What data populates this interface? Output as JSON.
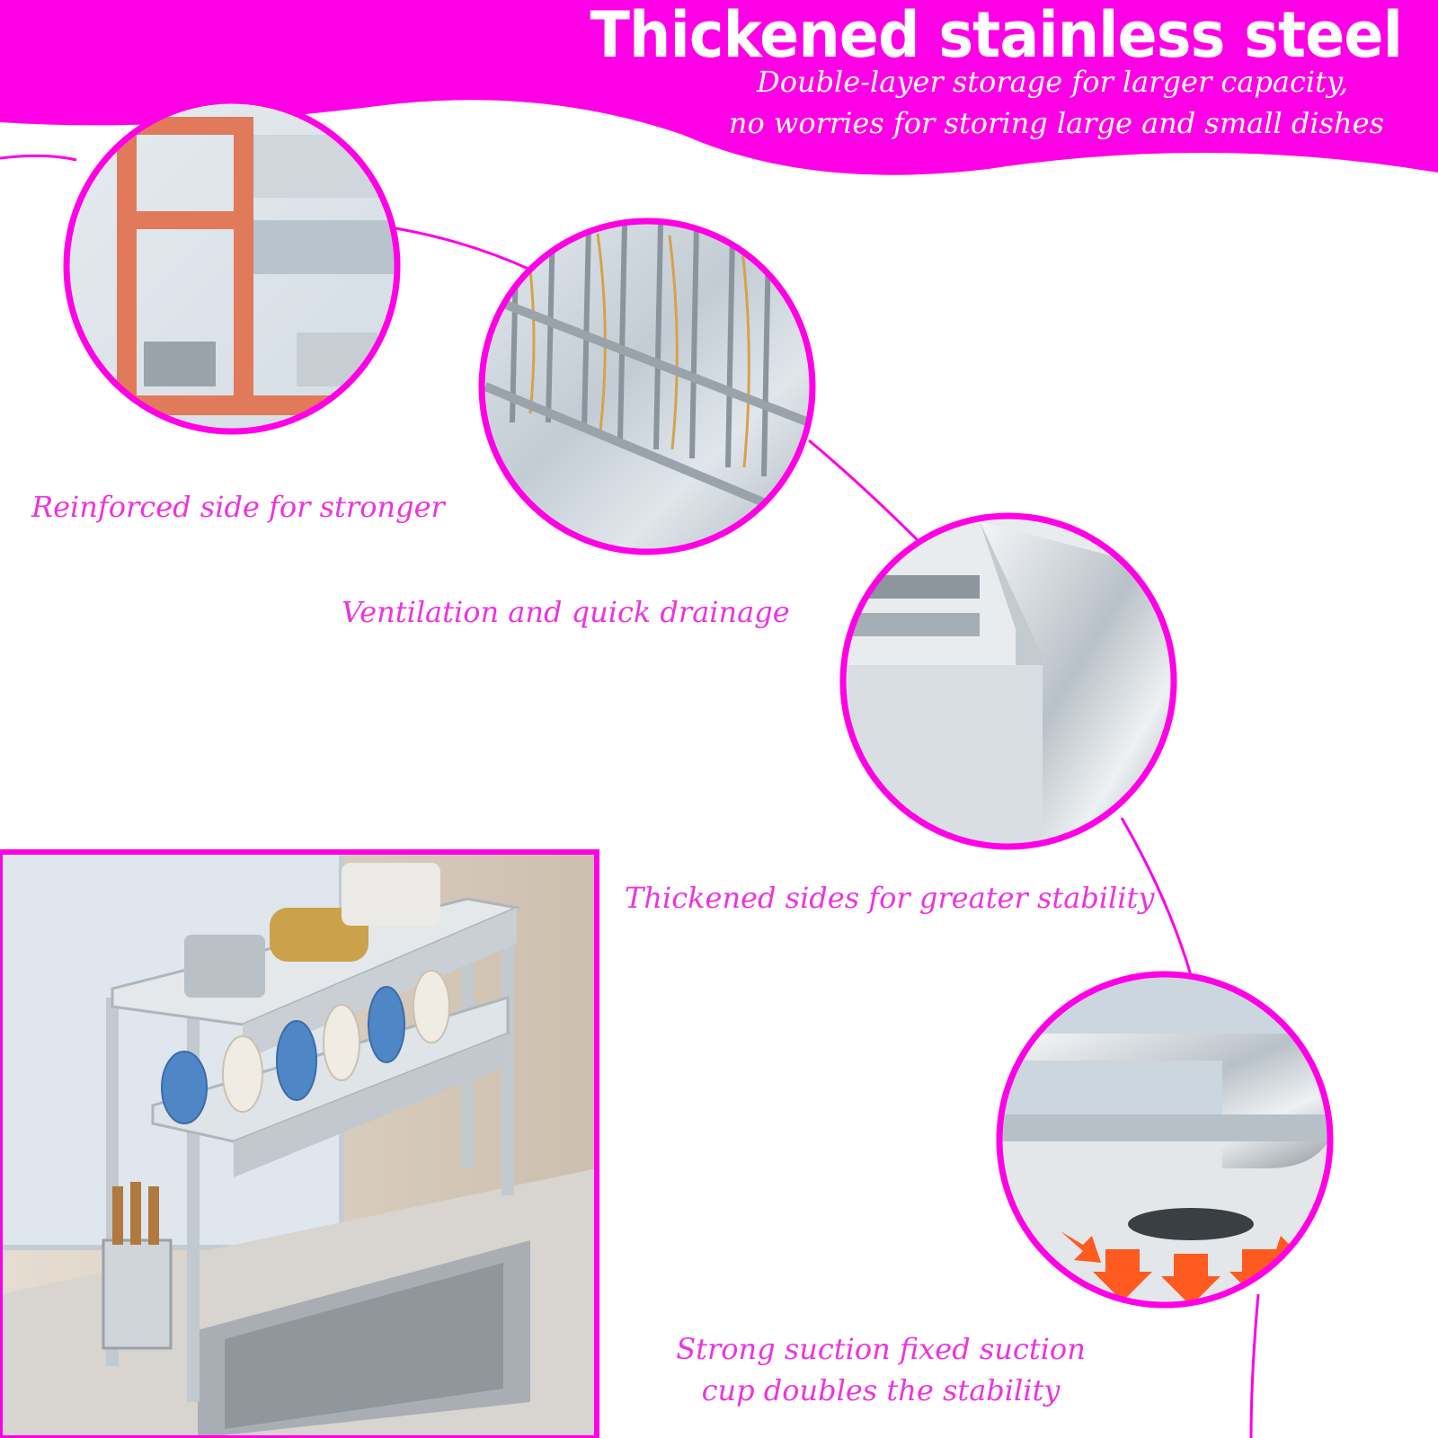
{
  "brand_color": "#ff00e6",
  "caption_color": "#ee33dd",
  "header": {
    "title": "Thickened stainless steel",
    "subtitle_line1": "Double-layer storage for larger capacity,",
    "subtitle_line2": "no worries for storing large and small dishes"
  },
  "callouts": [
    {
      "label": "Reinforced side for stronger",
      "icon": "reinforced-side-closeup"
    },
    {
      "label": "Ventilation and quick drainage",
      "icon": "drainage-rack-closeup"
    },
    {
      "label": "Thickened sides for greater stability",
      "icon": "thickened-side-closeup"
    },
    {
      "label": "Strong suction fixed suction",
      "label_line2": "cup doubles the stability",
      "icon": "suction-cup-closeup"
    }
  ],
  "main_photo": {
    "icon": "dish-rack-over-sink-photo"
  }
}
